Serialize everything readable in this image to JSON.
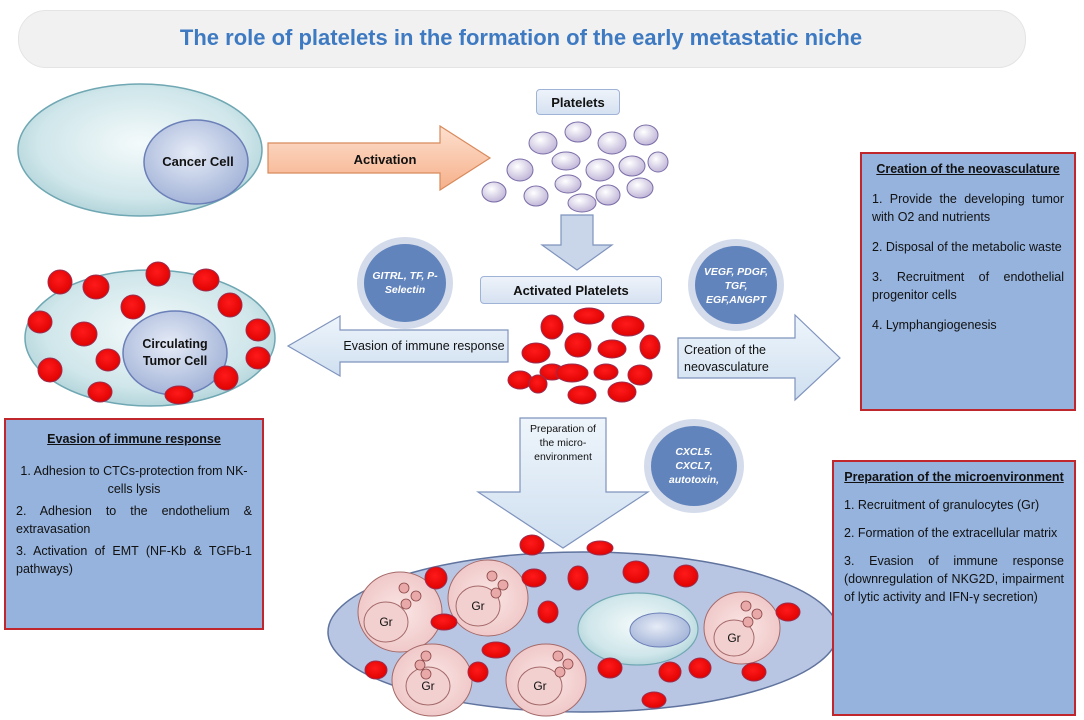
{
  "title": "The role of platelets in the formation of the early metastatic niche",
  "nodes": {
    "cancer_cell": "Cancer Cell",
    "activation": "Activation",
    "platelets": "Platelets",
    "activated_platelets": "Activated Platelets",
    "circulating_tumor_cell": "Circulating Tumor Cell",
    "gr": "Gr"
  },
  "arrows": {
    "evasion": "Evasion of immune response",
    "neovasculature": "Creation of the neovasculature",
    "microenvironment": "Preparation of the micro- environment"
  },
  "badges": {
    "left": "GITRL, TF, P-Selectin",
    "right": "VEGF, PDGF, TGF, EGF,ANGPT",
    "bottom": "CXCL5. CXCL7, autotoxin,"
  },
  "boxes": {
    "neovasculature": {
      "title": "Creation of the neovasculature",
      "items": [
        "1. Provide the developing tumor with O2 and nutrients",
        "2. Disposal of the metabolic waste",
        "3. Recruitment of endothelial progenitor cells",
        "4. Lymphangiogenesis"
      ]
    },
    "immune": {
      "title": "Evasion of immune response",
      "items": [
        "1. Adhesion to CTCs-protection from NK-cells lysis",
        "2. Adhesion to the endothelium & extravasation",
        "3. Activation of EMT (NF-Kb & TGFb-1 pathways)"
      ]
    },
    "microenvironment": {
      "title": "Preparation of the microenvironment",
      "items": [
        "1. Recruitment of granulocytes (Gr)",
        "2. Formation of the extracellular matrix",
        "3. Evasion of immune response (downregulation of NKG2D, impairment of lytic activity and IFN-γ secretion)"
      ]
    }
  },
  "colors": {
    "title": "#3e7ac2",
    "box_fill": "#95b3dd",
    "box_border": "#c0272d",
    "platelet_red": "#ee0000",
    "badge": "#5e84bd"
  }
}
